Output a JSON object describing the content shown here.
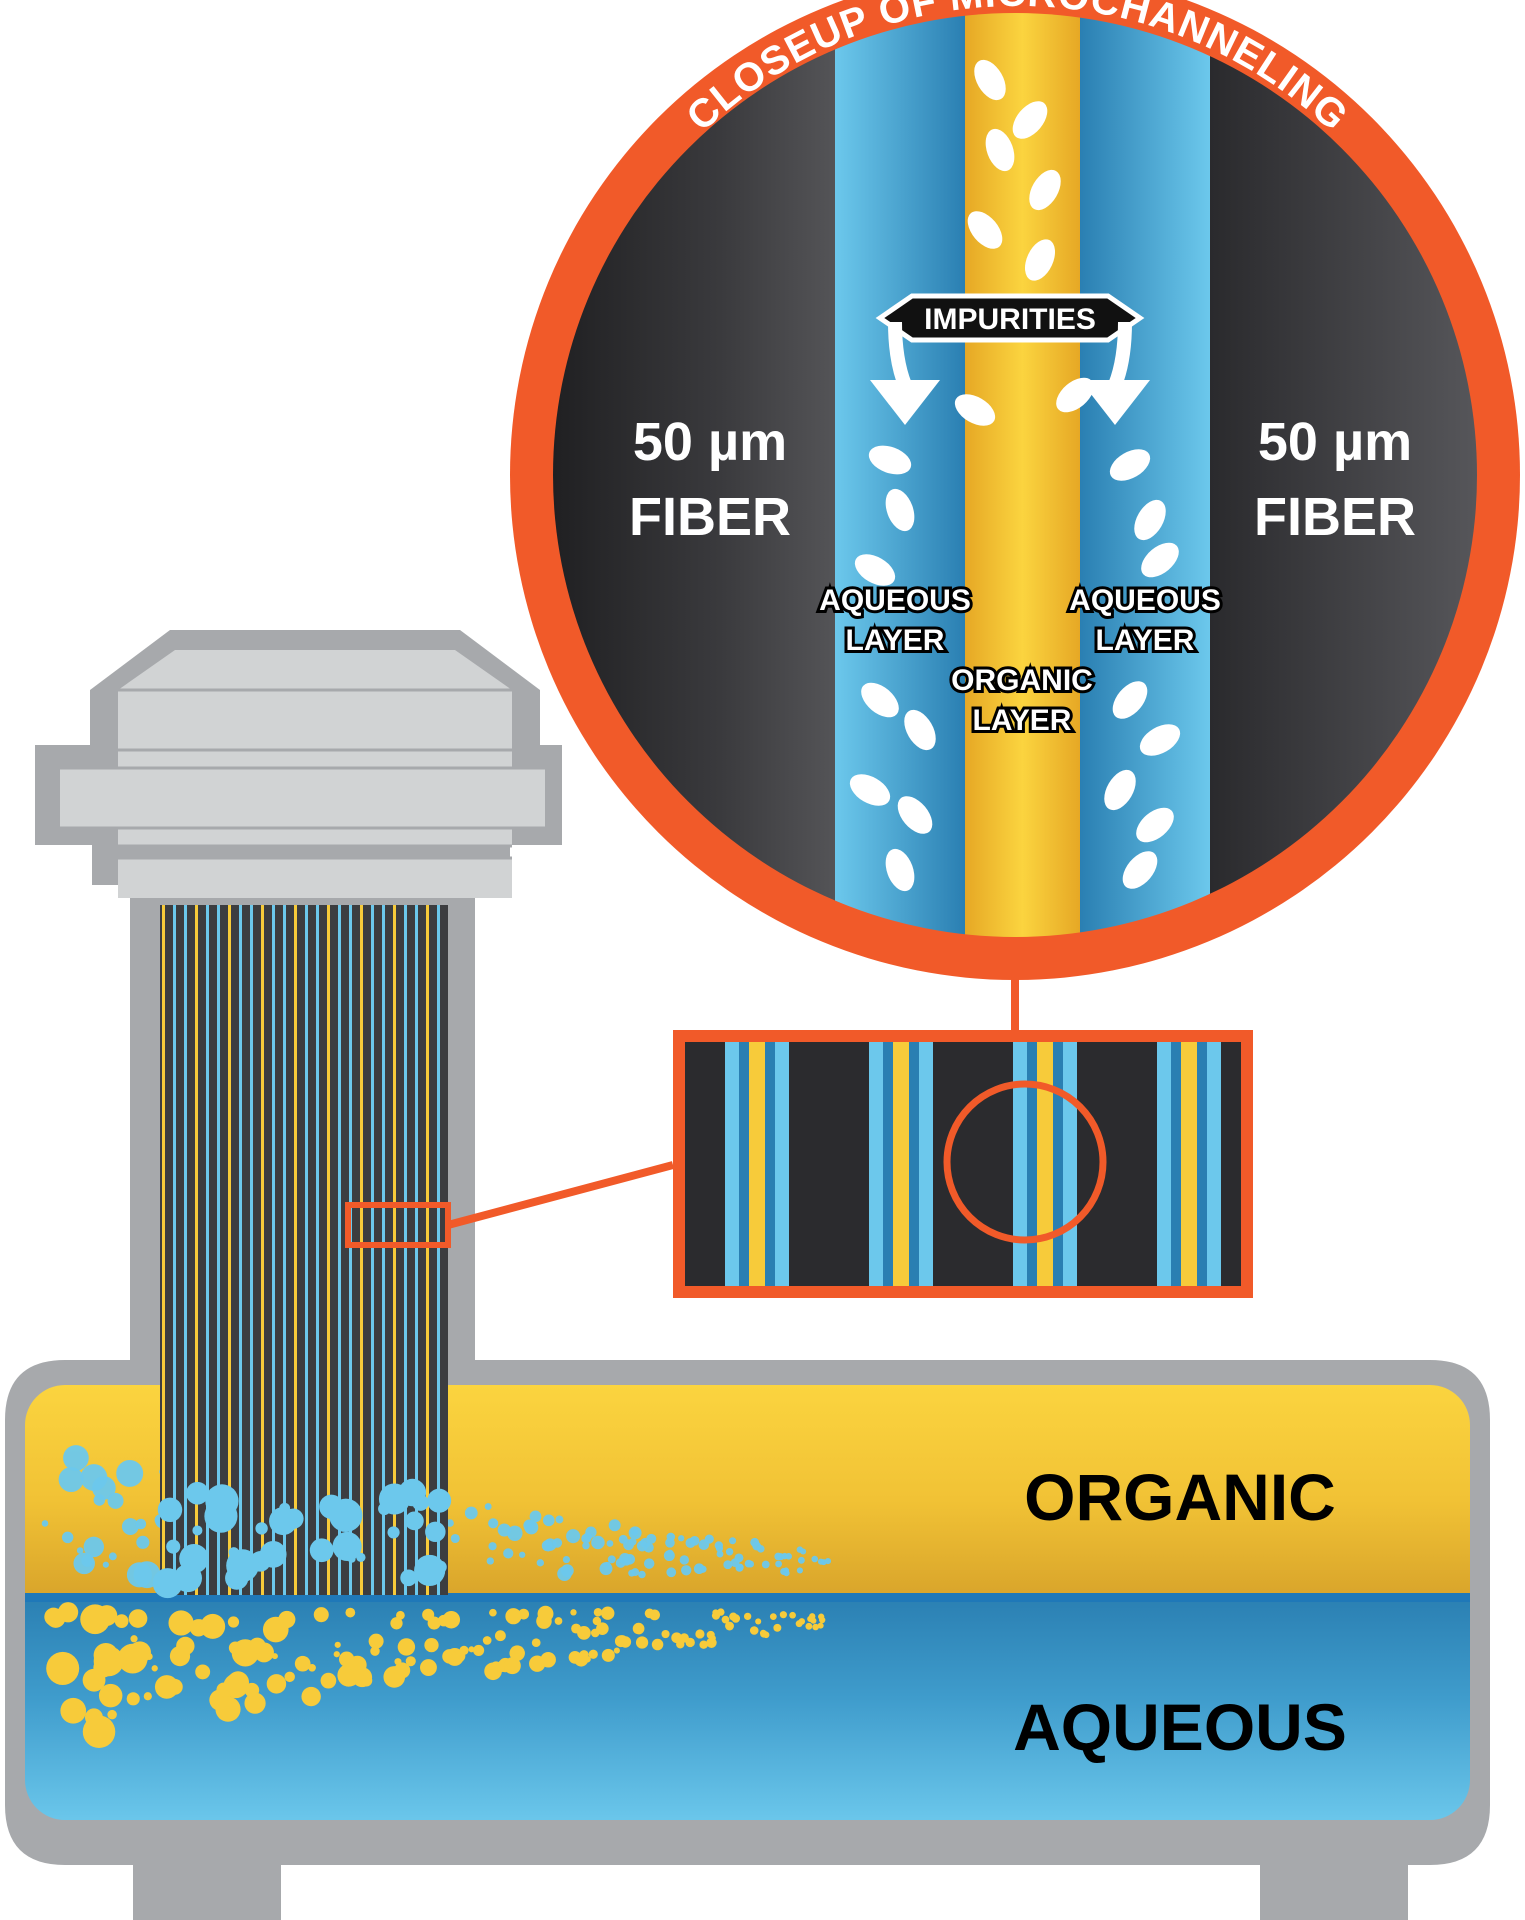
{
  "diagram": {
    "closeup_title": "CLOSEUP OF MICROCHANNELING",
    "impurities_label": "IMPURITIES",
    "fiber_left": {
      "line1": "50 µm",
      "line2": "FIBER"
    },
    "fiber_right": {
      "line1": "50 µm",
      "line2": "FIBER"
    },
    "aqueous_layer_left": {
      "line1": "AQUEOUS",
      "line2": "LAYER"
    },
    "aqueous_layer_right": {
      "line1": "AQUEOUS",
      "line2": "LAYER"
    },
    "organic_layer": {
      "line1": "ORGANIC",
      "line2": "LAYER"
    },
    "tank_organic_label": "ORGANIC",
    "tank_aqueous_label": "AQUEOUS"
  },
  "colors": {
    "orange": "#f15a29",
    "yellow": "#f7cb3a",
    "blue_light": "#6cc8ec",
    "blue_dark": "#2a7fb2",
    "fiber_dark": "#2b2b2e",
    "gray": "#a7a9ac",
    "gray_light": "#d1d3d4"
  }
}
